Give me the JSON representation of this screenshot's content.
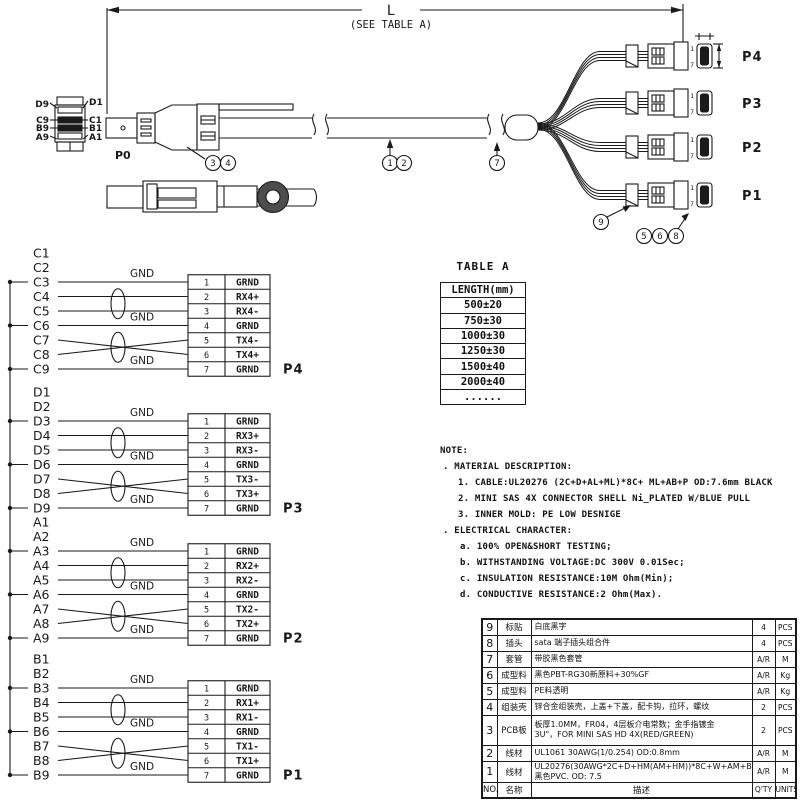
{
  "drawing": {
    "dim_label": "L",
    "dim_note": "(SEE TABLE A)",
    "p0_label": "P0",
    "p0_left_labels": [
      "D9",
      "C9",
      "B9",
      "A9"
    ],
    "p0_right_labels": [
      "D1",
      "C1",
      "B1",
      "A1"
    ],
    "branches": [
      {
        "label": "P4"
      },
      {
        "label": "P3"
      },
      {
        "label": "P2"
      },
      {
        "label": "P1"
      }
    ],
    "pin_top": "1",
    "pin_bottom": "7",
    "callouts": {
      "mold": [
        "3",
        "4"
      ],
      "cable": [
        "1",
        "2"
      ],
      "joint": "7",
      "marker": "9",
      "connector": [
        "5",
        "6",
        "8"
      ]
    }
  },
  "wiring_groups": [
    {
      "port": "P4",
      "gnd": "GND",
      "wires": [
        "C1",
        "C2",
        "C3",
        "C4",
        "C5",
        "C6",
        "C7",
        "C8",
        "C9"
      ],
      "pins": [
        [
          "1",
          "GRND"
        ],
        [
          "2",
          "RX4+"
        ],
        [
          "3",
          "RX4-"
        ],
        [
          "4",
          "GRND"
        ],
        [
          "5",
          "TX4-"
        ],
        [
          "6",
          "TX4+"
        ],
        [
          "7",
          "GRND"
        ]
      ]
    },
    {
      "port": "P3",
      "gnd": "GND",
      "wires": [
        "D1",
        "D2",
        "D3",
        "D4",
        "D5",
        "D6",
        "D7",
        "D8",
        "D9"
      ],
      "pins": [
        [
          "1",
          "GRND"
        ],
        [
          "2",
          "RX3+"
        ],
        [
          "3",
          "RX3-"
        ],
        [
          "4",
          "GRND"
        ],
        [
          "5",
          "TX3-"
        ],
        [
          "6",
          "TX3+"
        ],
        [
          "7",
          "GRND"
        ]
      ]
    },
    {
      "port": "P2",
      "gnd": "GND",
      "wires": [
        "A1",
        "A2",
        "A3",
        "A4",
        "A5",
        "A6",
        "A7",
        "A8",
        "A9"
      ],
      "pins": [
        [
          "1",
          "GRND"
        ],
        [
          "2",
          "RX2+"
        ],
        [
          "3",
          "RX2-"
        ],
        [
          "4",
          "GRND"
        ],
        [
          "5",
          "TX2-"
        ],
        [
          "6",
          "TX2+"
        ],
        [
          "7",
          "GRND"
        ]
      ]
    },
    {
      "port": "P1",
      "gnd": "GND",
      "wires": [
        "B1",
        "B2",
        "B3",
        "B4",
        "B5",
        "B6",
        "B7",
        "B8",
        "B9"
      ],
      "pins": [
        [
          "1",
          "GRND"
        ],
        [
          "2",
          "RX1+"
        ],
        [
          "3",
          "RX1-"
        ],
        [
          "4",
          "GRND"
        ],
        [
          "5",
          "TX1-"
        ],
        [
          "6",
          "TX1+"
        ],
        [
          "7",
          "GRND"
        ]
      ]
    }
  ],
  "table_a": {
    "title": "TABLE A",
    "header": "LENGTH(mm)",
    "rows": [
      "500±20",
      "750±30",
      "1000±30",
      "1250±30",
      "1500±40",
      "2000±40",
      "......"
    ]
  },
  "notes": {
    "title": "NOTE:",
    "sections": [
      {
        "heading": ". MATERIAL DESCRIPTION:",
        "items": [
          "1. CABLE:UL20276 (2C+D+AL+ML)*8C+ ML+AB+P OD:7.6mm BLACK",
          "2. MINI SAS 4X CONNECTOR SHELL Ni_PLATED W/BLUE PULL",
          "3. INNER MOLD: PE LOW DESNIGE"
        ]
      },
      {
        "heading": ". ELECTRICAL CHARACTER:",
        "items": [
          "a. 100% OPEN&SHORT TESTING;",
          "b. WITHSTANDING VOLTAGE:DC 300V 0.01Sec;",
          "c. INSULATION RESISTANCE:10M Ohm(Min);",
          "d. CONDUCTIVE RESISTANCE:2 Ohm(Max)."
        ]
      }
    ]
  },
  "bom": {
    "rows": [
      {
        "no": "9",
        "name": "标贴",
        "desc": "白底黑字",
        "qty": "4",
        "unit": "PCS"
      },
      {
        "no": "8",
        "name": "插头",
        "desc": "sata 端子插头组合件",
        "qty": "4",
        "unit": "PCS"
      },
      {
        "no": "7",
        "name": "套管",
        "desc": "带胶黑色套管",
        "qty": "A/R",
        "unit": "M"
      },
      {
        "no": "6",
        "name": "成型料",
        "desc": "黑色PBT-RG30新原料+30%GF",
        "qty": "A/R",
        "unit": "Kg"
      },
      {
        "no": "5",
        "name": "成型料",
        "desc": "PE料透明",
        "qty": "A/R",
        "unit": "Kg"
      },
      {
        "no": "4",
        "name": "组装壳",
        "desc": "锌合金组装壳，上盖+下盖，配卡钩，拉环，螺纹",
        "qty": "2",
        "unit": "PCS"
      },
      {
        "no": "3",
        "name": "PCB板",
        "desc": "板厚1.0MM，FR04，4层板介电常数；金手指镀金\n3U\"，FOR MINI SAS HD 4X(RED/GREEN)",
        "qty": "2",
        "unit": "PCS"
      },
      {
        "no": "2",
        "name": "线材",
        "desc": "UL1061 30AWG(1/0.254) OD:0.8mm",
        "qty": "A/R",
        "unit": "M"
      },
      {
        "no": "1",
        "name": "线材",
        "desc": "UL20276(30AWG*2C+D+HM(AM+HM))*8C+W+AM+B,黑色PVC. OD: 7.5",
        "qty": "A/R",
        "unit": "M"
      }
    ],
    "footer": {
      "no": "NO.",
      "name": "名称",
      "desc": "描述",
      "qty": "Q'TY",
      "unit": "UNITS"
    }
  }
}
